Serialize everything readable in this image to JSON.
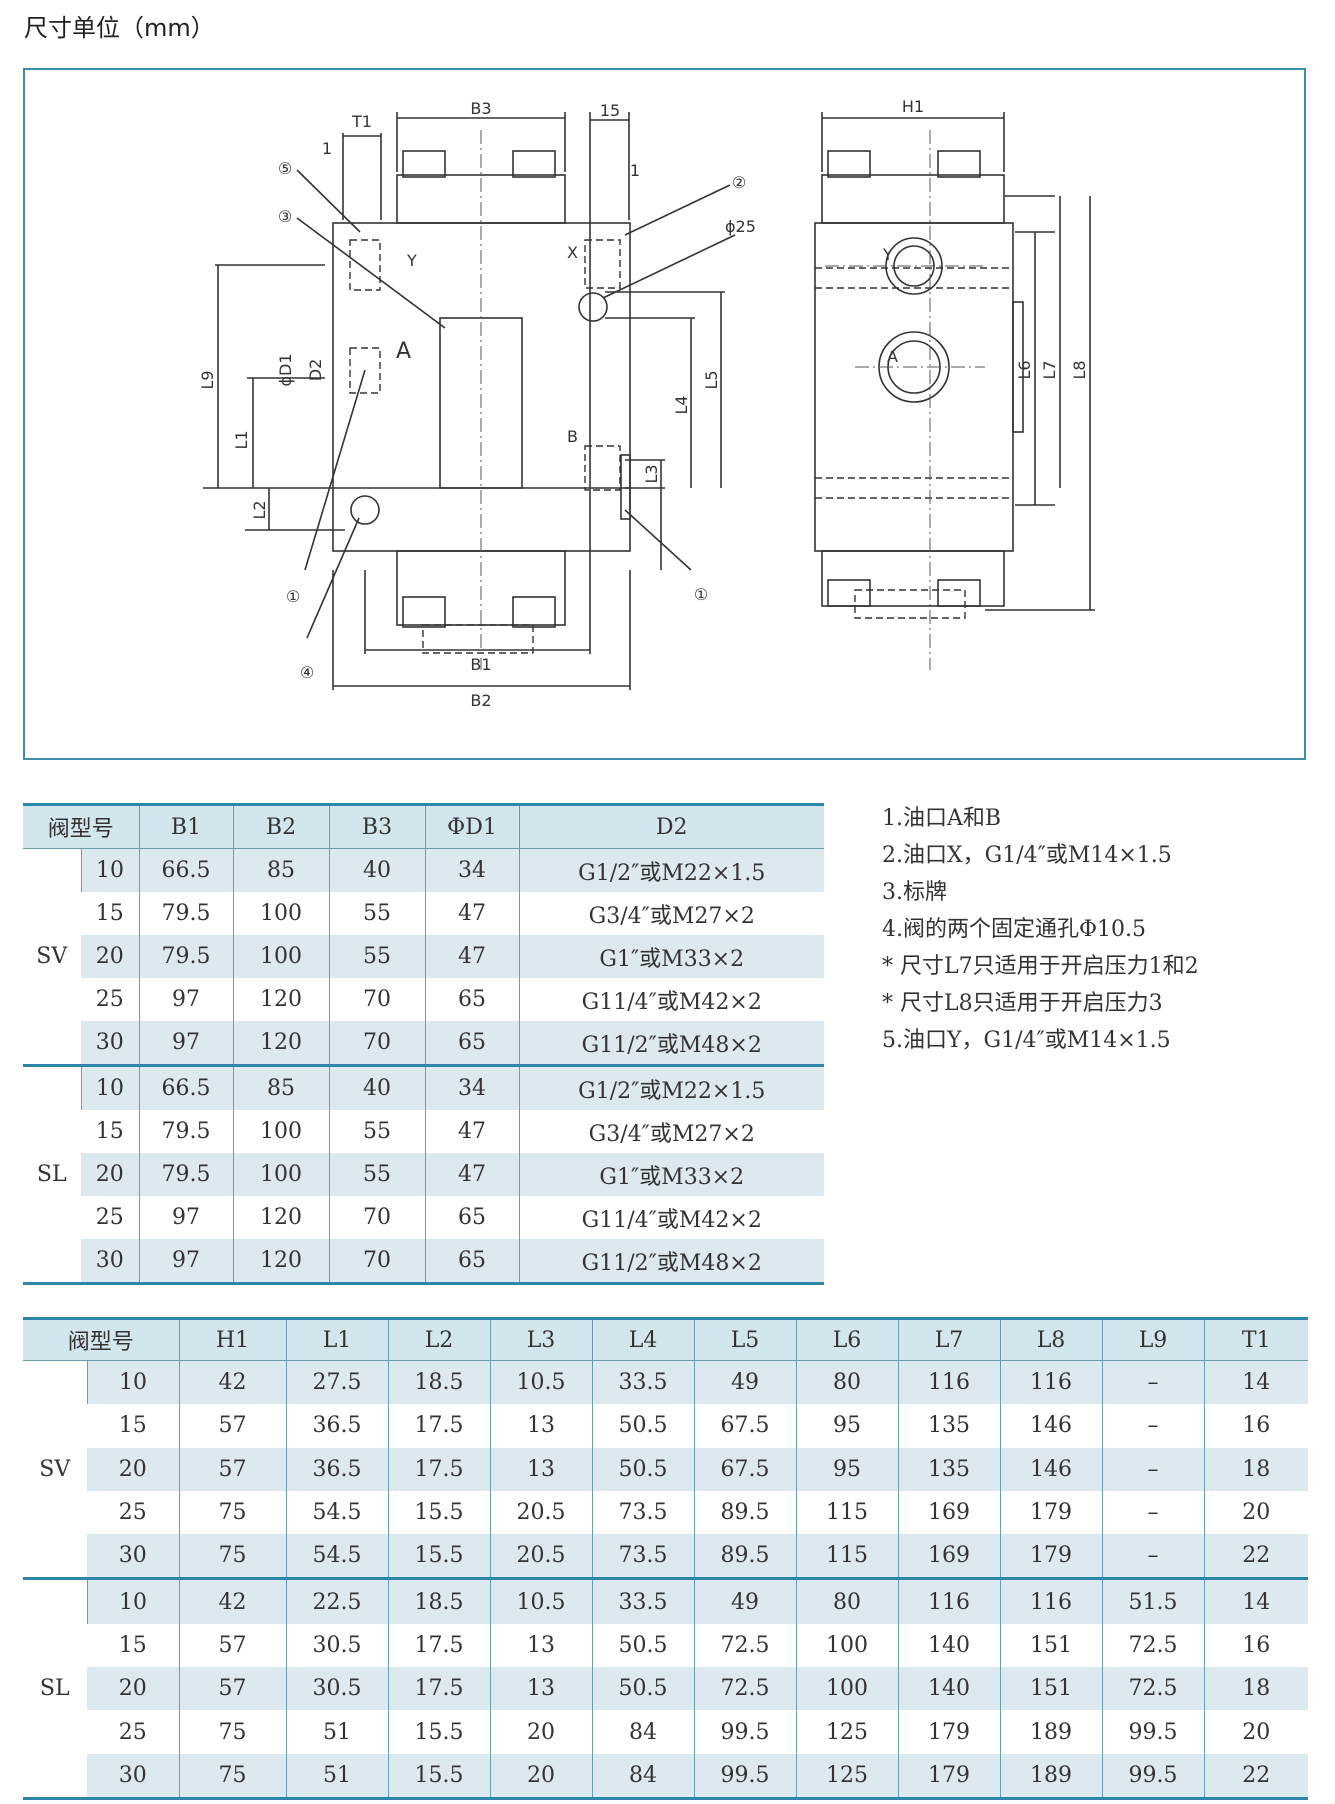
{
  "page": {
    "unit_title": "尺寸单位（mm）"
  },
  "drawing": {
    "front_labels": {
      "T1": "T1",
      "B3": "B3",
      "d15": "15",
      "one_a": "1",
      "one_b": "1",
      "c5": "⑤",
      "c3": "③",
      "c2": "②",
      "phi25": "ϕ25",
      "Y": "Y",
      "X": "X",
      "A": "A",
      "B": "B",
      "L9": "L9",
      "L1": "L1",
      "L2": "L2",
      "L3": "L3",
      "L4": "L4",
      "L5": "L5",
      "phiD1": "ϕD1",
      "D2": "D2",
      "c1a": "①",
      "c1b": "①",
      "c4": "④",
      "B1": "B1",
      "B2": "B2"
    },
    "side_labels": {
      "H1": "H1",
      "Y": "Y",
      "A": "A",
      "L6": "L6",
      "L7": "L7",
      "L8": "L8"
    }
  },
  "table1": {
    "headers": [
      "阀型号",
      "B1",
      "B2",
      "B3",
      "ΦD1",
      "D2"
    ],
    "groups": [
      {
        "series": "SV",
        "rows": [
          [
            "10",
            "66.5",
            "85",
            "40",
            "34",
            "G1/2″或M22×1.5"
          ],
          [
            "15",
            "79.5",
            "100",
            "55",
            "47",
            "G3/4″或M27×2"
          ],
          [
            "20",
            "79.5",
            "100",
            "55",
            "47",
            "G1″或M33×2"
          ],
          [
            "25",
            "97",
            "120",
            "70",
            "65",
            "G11/4″或M42×2"
          ],
          [
            "30",
            "97",
            "120",
            "70",
            "65",
            "G11/2″或M48×2"
          ]
        ]
      },
      {
        "series": "SL",
        "rows": [
          [
            "10",
            "66.5",
            "85",
            "40",
            "34",
            "G1/2″或M22×1.5"
          ],
          [
            "15",
            "79.5",
            "100",
            "55",
            "47",
            "G3/4″或M27×2"
          ],
          [
            "20",
            "79.5",
            "100",
            "55",
            "47",
            "G1″或M33×2"
          ],
          [
            "25",
            "97",
            "120",
            "70",
            "65",
            "G11/4″或M42×2"
          ],
          [
            "30",
            "97",
            "120",
            "70",
            "65",
            "G11/2″或M48×2"
          ]
        ]
      }
    ]
  },
  "notes": [
    "1.油口A和B",
    "2.油口X，G1/4″或M14×1.5",
    "3.标牌",
    "4.阀的两个固定通孔Φ10.5",
    "* 尺寸L7只适用于开启压力1和2",
    "* 尺寸L8只适用于开启压力3",
    "5.油口Y，G1/4″或M14×1.5"
  ],
  "table2": {
    "headers": [
      "阀型号",
      "H1",
      "L1",
      "L2",
      "L3",
      "L4",
      "L5",
      "L6",
      "L7",
      "L8",
      "L9",
      "T1"
    ],
    "groups": [
      {
        "series": "SV",
        "rows": [
          [
            "10",
            "42",
            "27.5",
            "18.5",
            "10.5",
            "33.5",
            "49",
            "80",
            "116",
            "116",
            "–",
            "14"
          ],
          [
            "15",
            "57",
            "36.5",
            "17.5",
            "13",
            "50.5",
            "67.5",
            "95",
            "135",
            "146",
            "–",
            "16"
          ],
          [
            "20",
            "57",
            "36.5",
            "17.5",
            "13",
            "50.5",
            "67.5",
            "95",
            "135",
            "146",
            "–",
            "18"
          ],
          [
            "25",
            "75",
            "54.5",
            "15.5",
            "20.5",
            "73.5",
            "89.5",
            "115",
            "169",
            "179",
            "–",
            "20"
          ],
          [
            "30",
            "75",
            "54.5",
            "15.5",
            "20.5",
            "73.5",
            "89.5",
            "115",
            "169",
            "179",
            "–",
            "22"
          ]
        ]
      },
      {
        "series": "SL",
        "rows": [
          [
            "10",
            "42",
            "22.5",
            "18.5",
            "10.5",
            "33.5",
            "49",
            "80",
            "116",
            "116",
            "51.5",
            "14"
          ],
          [
            "15",
            "57",
            "30.5",
            "17.5",
            "13",
            "50.5",
            "72.5",
            "100",
            "140",
            "151",
            "72.5",
            "16"
          ],
          [
            "20",
            "57",
            "30.5",
            "17.5",
            "13",
            "50.5",
            "72.5",
            "100",
            "140",
            "151",
            "72.5",
            "18"
          ],
          [
            "25",
            "75",
            "51",
            "15.5",
            "20",
            "84",
            "99.5",
            "125",
            "179",
            "189",
            "99.5",
            "20"
          ],
          [
            "30",
            "75",
            "51",
            "15.5",
            "20",
            "84",
            "99.5",
            "125",
            "179",
            "189",
            "99.5",
            "22"
          ]
        ]
      }
    ]
  }
}
